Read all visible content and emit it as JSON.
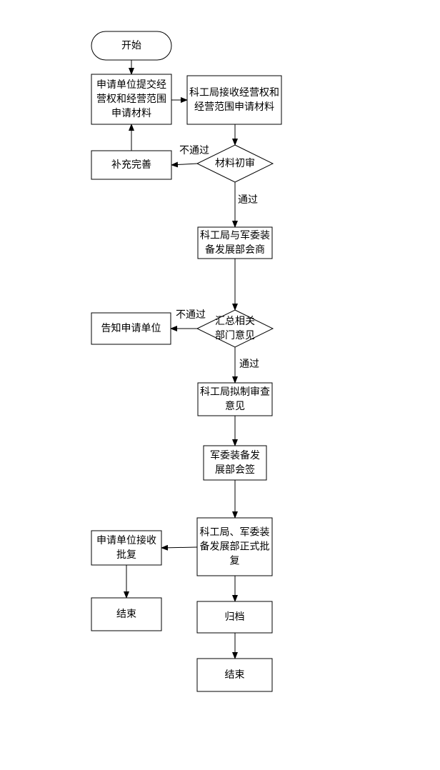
{
  "diagram": {
    "nodes": [
      {
        "id": "start",
        "shape": "terminator",
        "lines": [
          "开始"
        ]
      },
      {
        "id": "apply",
        "shape": "process",
        "lines": [
          "申请单位提交经",
          "营权和经营范围",
          "申请材料"
        ]
      },
      {
        "id": "receive",
        "shape": "process",
        "lines": [
          "科工局接收经营权和",
          "经营范围申请材料"
        ]
      },
      {
        "id": "supplement",
        "shape": "process",
        "lines": [
          "补充完善"
        ]
      },
      {
        "id": "prereview",
        "shape": "decision",
        "lines": [
          "材料初审"
        ]
      },
      {
        "id": "consult",
        "shape": "process",
        "lines": [
          "科工局与军委装",
          "备发展部会商"
        ]
      },
      {
        "id": "notify",
        "shape": "process",
        "lines": [
          "告知申请单位"
        ]
      },
      {
        "id": "summary",
        "shape": "decision",
        "lines": [
          "汇总相关",
          "部门意见"
        ]
      },
      {
        "id": "draft",
        "shape": "process",
        "lines": [
          "科工局拟制审查",
          "意见"
        ]
      },
      {
        "id": "countersign",
        "shape": "process",
        "lines": [
          "军委装备发",
          "展部会签"
        ]
      },
      {
        "id": "formal",
        "shape": "process",
        "lines": [
          "科工局、军委装",
          "备发展部正式批",
          "复"
        ]
      },
      {
        "id": "receive_reply",
        "shape": "process",
        "lines": [
          "申请单位接收",
          "批复"
        ]
      },
      {
        "id": "archive",
        "shape": "process",
        "lines": [
          "归档"
        ]
      },
      {
        "id": "end_left",
        "shape": "process",
        "lines": [
          "结束"
        ]
      },
      {
        "id": "end_right",
        "shape": "process",
        "lines": [
          "结束"
        ]
      }
    ],
    "edges": [
      {
        "id": "e1",
        "from": "start",
        "to": "apply",
        "label": ""
      },
      {
        "id": "e2",
        "from": "apply",
        "to": "receive",
        "label": ""
      },
      {
        "id": "e3",
        "from": "receive",
        "to": "prereview",
        "label": ""
      },
      {
        "id": "e4",
        "from": "prereview",
        "to": "supplement",
        "label": "不通过"
      },
      {
        "id": "e5",
        "from": "supplement",
        "to": "apply",
        "label": ""
      },
      {
        "id": "e6",
        "from": "prereview",
        "to": "consult",
        "label": "通过"
      },
      {
        "id": "e7",
        "from": "consult",
        "to": "summary",
        "label": ""
      },
      {
        "id": "e8",
        "from": "summary",
        "to": "notify",
        "label": "不通过"
      },
      {
        "id": "e9",
        "from": "summary",
        "to": "draft",
        "label": "通过"
      },
      {
        "id": "e10",
        "from": "draft",
        "to": "countersign",
        "label": ""
      },
      {
        "id": "e11",
        "from": "countersign",
        "to": "formal",
        "label": ""
      },
      {
        "id": "e12",
        "from": "formal",
        "to": "receive_reply",
        "label": ""
      },
      {
        "id": "e13",
        "from": "receive_reply",
        "to": "end_left",
        "label": ""
      },
      {
        "id": "e14",
        "from": "formal",
        "to": "archive",
        "label": ""
      },
      {
        "id": "e15",
        "from": "archive",
        "to": "end_right",
        "label": ""
      }
    ]
  }
}
